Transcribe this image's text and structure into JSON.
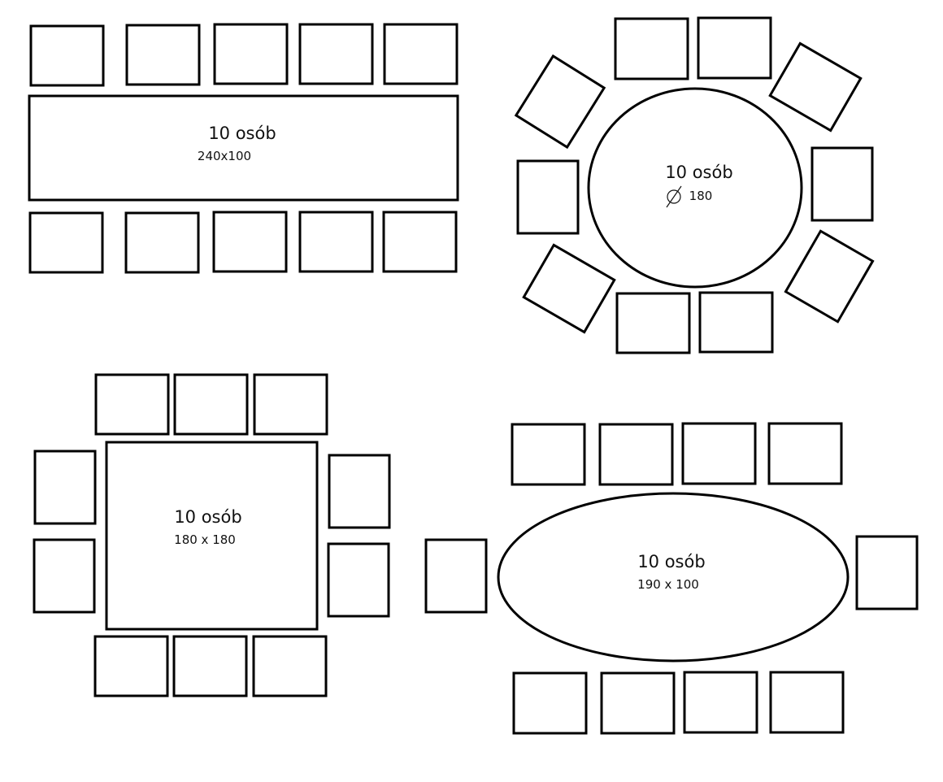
{
  "colors": {
    "stroke": "#000000",
    "background": "#ffffff",
    "text": "#111111"
  },
  "layouts": [
    {
      "id": "rect",
      "shape": "rectangle",
      "guests": "10 osób",
      "size": "240x100",
      "chairs": 10
    },
    {
      "id": "round",
      "shape": "circle",
      "guests": "10 osób",
      "diameter_symbol": "⌀",
      "size": "180",
      "chairs": 10
    },
    {
      "id": "square",
      "shape": "square",
      "guests": "10 osób",
      "size": "180 x 180",
      "chairs": 10
    },
    {
      "id": "oval",
      "shape": "ellipse",
      "guests": "10 osób",
      "size": "190 x 100",
      "chairs": 10
    }
  ]
}
